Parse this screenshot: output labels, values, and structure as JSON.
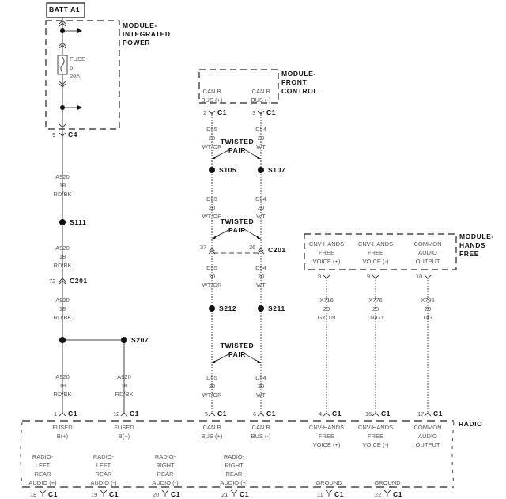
{
  "battery": {
    "label": "BATT A1"
  },
  "modules": {
    "integrated_power": {
      "lines": [
        "MODULE-",
        "INTEGRATED",
        "POWER"
      ],
      "fuse": {
        "label": "FUSE",
        "number": "6",
        "rating": "20A"
      },
      "connector_pin": "9",
      "connector": "C4"
    },
    "front_control": {
      "lines": [
        "MODULE-",
        "FRONT",
        "CONTROL"
      ],
      "pins": [
        {
          "name": "CAN B",
          "name2": "BUS (+)",
          "pin": "2",
          "connector": "C1"
        },
        {
          "name": "CAN B",
          "name2": "BUS (-)",
          "pin": "3",
          "connector": "C1"
        }
      ]
    },
    "hands_free": {
      "lines": [
        "MODULE-",
        "HANDS",
        "FREE"
      ],
      "pins": [
        {
          "l1": "CNV-HANDS",
          "l2": "FREE",
          "l3": "VOICE (+)",
          "pin": "9"
        },
        {
          "l1": "CNV-HANDS",
          "l2": "FREE",
          "l3": "VOICE (-)",
          "pin": "9"
        },
        {
          "l1": "COMMON",
          "l2": "AUDIO",
          "l3": "OUTPUT",
          "pin": "10"
        }
      ]
    },
    "radio": {
      "label": "RADIO",
      "top_pins": [
        {
          "l1": "FUSED",
          "l2": "B(+)",
          "pin": "1",
          "connector": "C1"
        },
        {
          "l1": "FUSED",
          "l2": "B(+)",
          "pin": "12",
          "connector": "C1"
        },
        {
          "l1": "CAN B",
          "l2": "BUS (+)",
          "pin": "5",
          "connector": "C1"
        },
        {
          "l1": "CAN B",
          "l2": "BUS (-)",
          "pin": "6",
          "connector": "C1"
        },
        {
          "l1": "CNV-HANDS",
          "l2": "FREE",
          "l3": "VOICE (+)",
          "pin": "4",
          "connector": "C1"
        },
        {
          "l1": "CNV-HANDS",
          "l2": "FREE",
          "l3": "VOICE (-)",
          "pin": "16",
          "connector": "C1"
        },
        {
          "l1": "COMMON",
          "l2": "AUDIO",
          "l3": "OUTPUT",
          "pin": "17",
          "connector": "C1"
        }
      ],
      "bottom_pins": [
        {
          "l1": "RADIO-",
          "l2": "LEFT",
          "l3": "REAR",
          "l4": "AUDIO (+)",
          "pin": "18",
          "connector": "C1"
        },
        {
          "l1": "RADIO-",
          "l2": "LEFT",
          "l3": "REAR",
          "l4": "AUDIO (-)",
          "pin": "19",
          "connector": "C1"
        },
        {
          "l1": "RADIO-",
          "l2": "RIGHT",
          "l3": "REAR",
          "l4": "AUDIO (-)",
          "pin": "20",
          "connector": "C1"
        },
        {
          "l1": "RADIO-",
          "l2": "RIGHT",
          "l3": "REAR",
          "l4": "AUDIO (+)",
          "pin": "21",
          "connector": "C1"
        },
        {
          "l1": "GROUND",
          "pin": "11",
          "connector": "C1"
        },
        {
          "l1": "GROUND",
          "pin": "22",
          "connector": "C1"
        }
      ]
    }
  },
  "wires": {
    "a920": {
      "circuit": "A920",
      "gauge": "18",
      "color": "RD/BK"
    },
    "d55": {
      "circuit": "D55",
      "gauge": "20",
      "color": "WT/OR"
    },
    "d54": {
      "circuit": "D54",
      "gauge": "20",
      "color": "WT"
    },
    "x716": {
      "circuit": "X716",
      "gauge": "20",
      "color": "GY/TN"
    },
    "x776": {
      "circuit": "X776",
      "gauge": "20",
      "color": "TN/GY"
    },
    "x795": {
      "circuit": "X795",
      "gauge": "20",
      "color": "DG"
    }
  },
  "splices": {
    "s111": "S111",
    "s207": "S207",
    "s105": "S105",
    "s107": "S107",
    "s212": "S212",
    "s211": "S211"
  },
  "connectors": {
    "c201": "C201",
    "c201_pin_a920": "72",
    "c201_pin_d55": "37",
    "c201_pin_d54": "36"
  },
  "labels": {
    "twisted_pair_1": "TWISTED",
    "twisted_pair_2": "PAIR"
  },
  "colors": {
    "line": "#444444",
    "text": "#555555",
    "bold": "#111111"
  }
}
